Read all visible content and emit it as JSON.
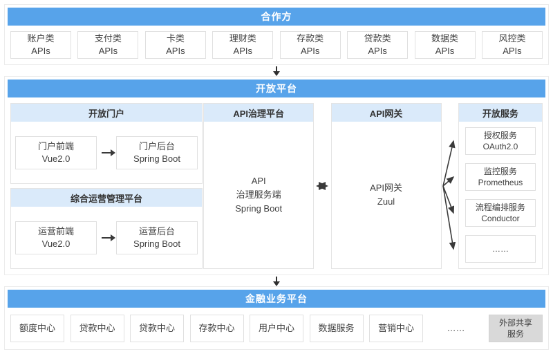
{
  "colors": {
    "header_bg": "#57a3ea",
    "subheader_bg": "#daeafa",
    "box_border": "#e0e0e0",
    "arrow": "#2f2f2f",
    "external_gray": "#d9d9d9"
  },
  "partners": {
    "title": "合作方",
    "apis": [
      {
        "name": "账户类",
        "sub": "APIs"
      },
      {
        "name": "支付类",
        "sub": "APIs"
      },
      {
        "name": "卡类",
        "sub": "APIs"
      },
      {
        "name": "理财类",
        "sub": "APIs"
      },
      {
        "name": "存款类",
        "sub": "APIs"
      },
      {
        "name": "贷款类",
        "sub": "APIs"
      },
      {
        "name": "数据类",
        "sub": "APIs"
      },
      {
        "name": "风控类",
        "sub": "APIs"
      }
    ]
  },
  "open_platform": {
    "title": "开放平台",
    "portal": {
      "title": "开放门户",
      "front": {
        "line1": "门户前端",
        "line2": "Vue2.0"
      },
      "back": {
        "line1": "门户后台",
        "line2": "Spring Boot"
      }
    },
    "ops": {
      "title": "综合运营管理平台",
      "front": {
        "line1": "运营前端",
        "line2": "Vue2.0"
      },
      "back": {
        "line1": "运营后台",
        "line2": "Spring Boot"
      }
    },
    "governance": {
      "title": "API治理平台",
      "line1": "API",
      "line2": "治理服务端",
      "line3": "Spring Boot"
    },
    "gateway": {
      "title": "API网关",
      "line1": "API网关",
      "line2": "Zuul"
    },
    "services": {
      "title": "开放服务",
      "items": [
        {
          "line1": "授权服务",
          "line2": "OAuth2.0"
        },
        {
          "line1": "监控服务",
          "line2": "Prometheus"
        },
        {
          "line1": "流程编排服务",
          "line2": "Conductor"
        },
        {
          "line1": "……",
          "line2": ""
        }
      ]
    }
  },
  "financial": {
    "title": "金融业务平台",
    "centers": [
      {
        "label": "额度中心"
      },
      {
        "label": "贷款中心"
      },
      {
        "label": "贷款中心"
      },
      {
        "label": "存款中心"
      },
      {
        "label": "用户中心"
      },
      {
        "label": "数据服务"
      },
      {
        "label": "营销中心"
      },
      {
        "label": "……"
      }
    ],
    "external": {
      "line1": "外部共享",
      "line2": "服务"
    }
  }
}
